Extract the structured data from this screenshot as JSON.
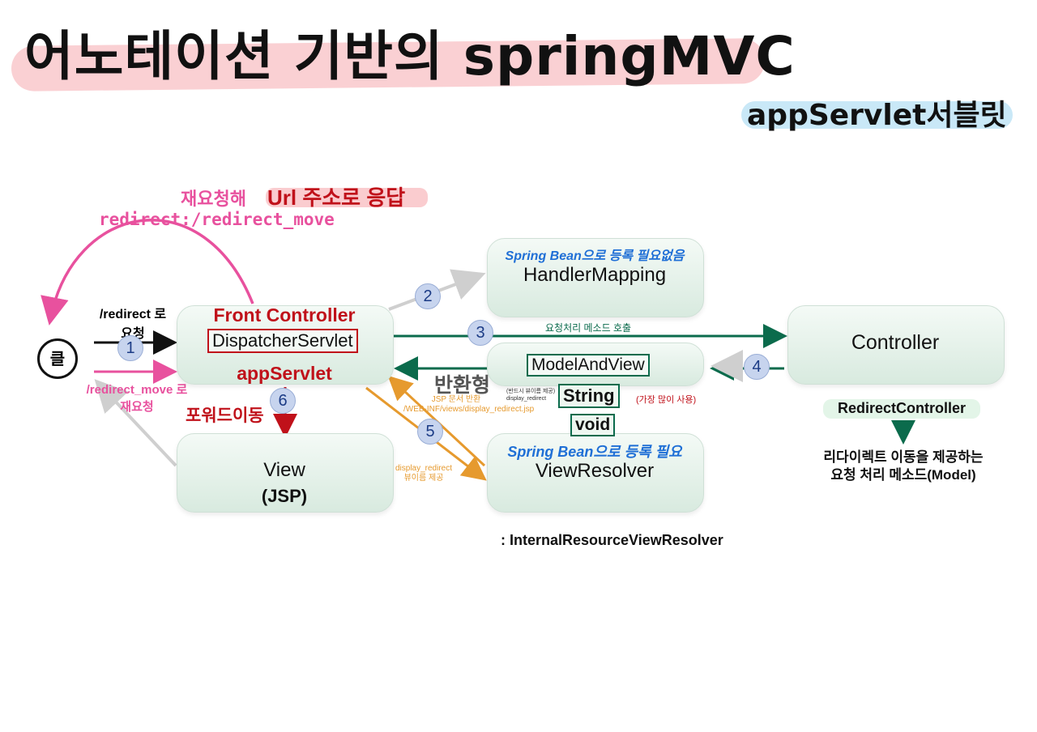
{
  "header": {
    "title": "어노테이션 기반의 springMVC",
    "subtitle": "appServlet서블릿"
  },
  "nodes": {
    "client_label": "클",
    "front_controller": {
      "heading": "Front Controller",
      "name": "DispatcherServlet",
      "servlet": "appServlet"
    },
    "handler_mapping": {
      "note": "Spring Bean으로 등록 필요없음",
      "name": "HandlerMapping"
    },
    "controller": {
      "name": "Controller"
    },
    "model_and_view": {
      "name": "ModelAndView"
    },
    "view": {
      "name": "View",
      "sub": "(JSP)"
    },
    "view_resolver": {
      "note": "Spring Bean으로 등록 필요",
      "name": "ViewResolver"
    }
  },
  "steps": [
    "1",
    "2",
    "3",
    "4",
    "5",
    "6"
  ],
  "labels": {
    "reissue_request": "재요청해",
    "respond_url": "Url 주소로 응답",
    "redirect_move": "redirect:/redirect_move",
    "redirect_req_line1": "/redirect 로",
    "redirect_req_line2": "요청",
    "redirect_move_req_line1": "/redirect_move 로",
    "redirect_move_req_line2": "재요청",
    "forward_move": "포워드이동",
    "handler_method_call": "요청처리 메소드 호출",
    "return_type": "반환형",
    "jsp_return_line1": "JSP 문서 반환",
    "jsp_return_line2": "/WEB-INF/views/display_redirect.jsp",
    "string_type": "String",
    "string_note": "(가장 많이 사용)",
    "void_type": "void",
    "mav_note_line1": "(반드시 뷰이름 제공)",
    "mav_note_line2": "display_redirect",
    "viewname_line1": "display_redirect",
    "viewname_line2": "뷰이름 제공",
    "redirect_controller": "RedirectController",
    "redirect_desc_line1": "리다이렉트 이동을 제공하는",
    "redirect_desc_line2": "요청 처리 메소드(Model)",
    "internal_resolver": ": InternalResourceViewResolver"
  },
  "colors": {
    "title_highlight": "#f6aaaf",
    "subtitle_highlight": "#b2def4",
    "redirect_pink": "#e8519e",
    "front_red": "#c0111a",
    "flow_green": "#0b6b4c",
    "view_orange": "#e69a2e",
    "bean_blue": "#1f6fd6",
    "step_badge": "#c7d4ee"
  }
}
